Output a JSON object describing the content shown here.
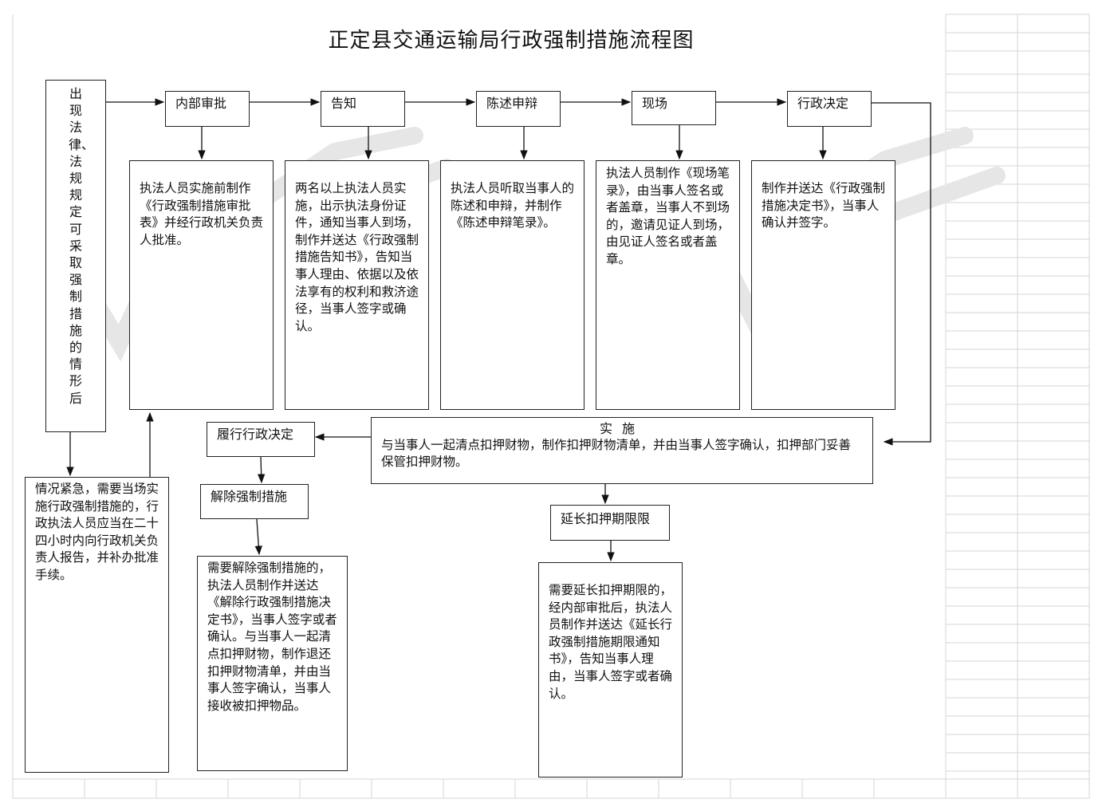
{
  "title": "正定县交通运输局行政强制措施流程图",
  "trigger": "出现法律、法规规定可采取强制措施的情形后",
  "steps": [
    {
      "label": "内部审批",
      "detail": "执法人员实施前制作《行政强制措施审批表》并经行政机关负责人批准。"
    },
    {
      "label": "告知",
      "detail": "两名以上执法人员实施，出示执法身份证件，通知当事人到场，制作并送达《行政强制措施告知书》，告知当事人理由、依据以及依法享有的权利和救济途径，当事人签字或确认。"
    },
    {
      "label": "陈述申辩",
      "detail": "执法人员听取当事人的陈述和申辩，并制作《陈述申辩笔录》。"
    },
    {
      "label": "现场",
      "detail": " 执法人员制作《现场笔录》，由当事人签名或者盖章，当事人不到场的，邀请见证人到场，由见证人签名或者盖章。"
    },
    {
      "label": "行政决定",
      "detail": "制作并送达《行政强制措施决定书》，当事人确认并签字。"
    }
  ],
  "emergency": "情况紧急，需要当场实施行政强制措施的，行政执法人员应当在二十四小时内向行政机关负责人报告，并补办批准手续。",
  "implement": {
    "title": "实施",
    "body": "与当事人一起清点扣押财物，制作扣押财物清单，并由当事人签字确认，扣押部门妥善保管扣押财物。"
  },
  "fulfill": {
    "label": "履行行政决定"
  },
  "release": {
    "label": "解除强制措施",
    "detail": "需要解除强制措施的，执法人员制作并送达《解除行政强制措施决定书》，当事人签字或者确认。与当事人一起清点扣押财物，制作退还扣押财物清单，并由当事人签字确认，当事人接收被扣押物品。"
  },
  "extend": {
    "label": "延长扣押期限限",
    "detail": "需要延长扣押期限的，经内部审批后，执法人员制作并送达《延长行政强制措施期限通知书》，告知当事人理由，当事人签字或者确认。"
  }
}
